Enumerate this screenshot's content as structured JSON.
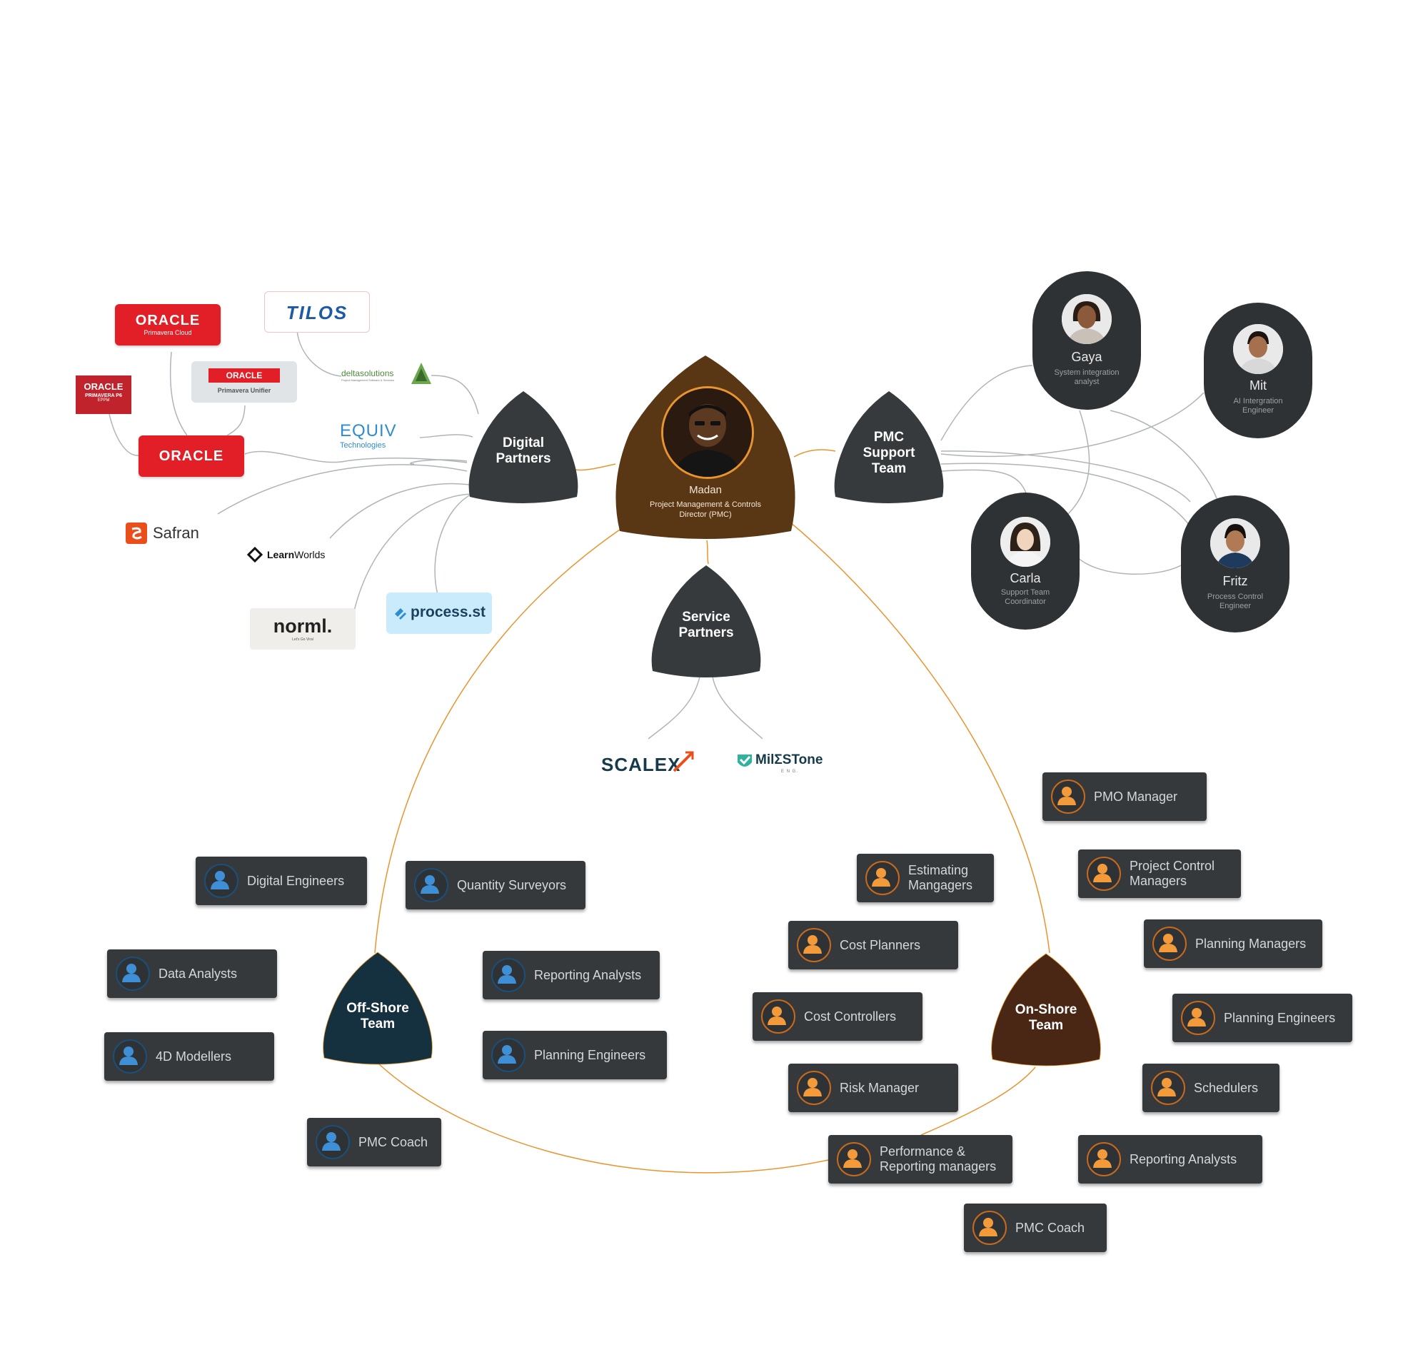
{
  "colors": {
    "dark": "#363a3d",
    "center": "#5a3714",
    "offshore": "#15303f",
    "onshore": "#4a2614",
    "accent": "#e8942f",
    "blue_icon": "#3e8fd6",
    "orange_icon": "#f39a3a"
  },
  "center": {
    "name": "Madan",
    "title": "Project Management & Controls Director (PMC)"
  },
  "hubs": {
    "digital": "Digital Partners",
    "pmc": "PMC Support Team",
    "service": "Service Partners",
    "offshore": "Off-Shore Team",
    "onshore": "On-Shore Team"
  },
  "support_team": [
    {
      "name": "Gaya",
      "role": "System integration analyst"
    },
    {
      "name": "Mit",
      "role": "AI Intergration Engineer"
    },
    {
      "name": "Carla",
      "role": "Support Team Coordinator"
    },
    {
      "name": "Fritz",
      "role": "Process Control Engineer"
    }
  ],
  "digital_partners": {
    "oracle_cloud": {
      "brand": "ORACLE",
      "sub": "Primavera Cloud"
    },
    "tilos": "TILOS",
    "oracle_unifier": {
      "brand": "ORACLE",
      "sub": "Primavera Unifier"
    },
    "oracle_p6": {
      "brand": "ORACLE",
      "sub1": "PRIMAVERA P6",
      "sub2": "EPPM"
    },
    "delta": {
      "brand": "deltasolutions",
      "sub": "Project Management Software & Services"
    },
    "oracle": "ORACLE",
    "equiv": {
      "brand": "EQUIV",
      "sub": "Technologies"
    },
    "safran": "Safran",
    "learnworlds": {
      "bold": "Learn",
      "rest": "Worlds"
    },
    "norml": {
      "brand": "norml.",
      "sub": "Let's Go Viral"
    },
    "process": "process.st"
  },
  "service_partners": {
    "scalex": "SCALEX",
    "milestone": {
      "brand": "MilΣSTone",
      "sub": "E N G."
    }
  },
  "offshore_roles": [
    "Digital Engineers",
    "Quantity Surveyors",
    "Data Analysts",
    "Reporting Analysts",
    "4D Modellers",
    "Planning Engineers",
    "PMC Coach"
  ],
  "onshore_roles": [
    "PMO Manager",
    "Estimating Mangagers",
    "Project Control Managers",
    "Cost Planners",
    "Planning Managers",
    "Cost Controllers",
    "Planning Engineers",
    "Risk Manager",
    "Schedulers",
    "Performance & Reporting managers",
    "Reporting Analysts",
    "PMC Coach"
  ]
}
